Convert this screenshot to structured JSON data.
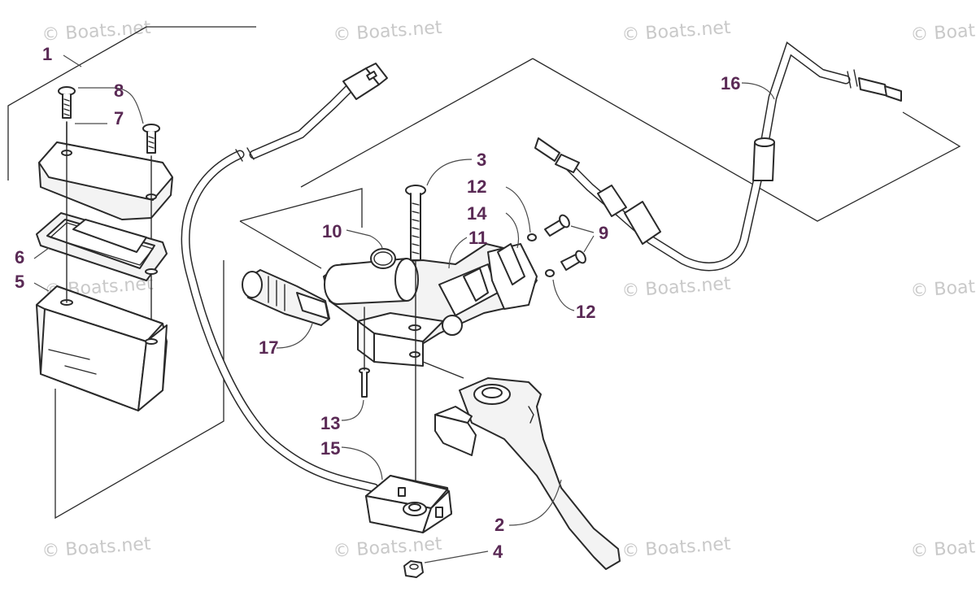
{
  "watermark": "© Boats.net",
  "callouts": {
    "c1": "1",
    "c2": "2",
    "c3": "3",
    "c4": "4",
    "c5": "5",
    "c6": "6",
    "c7": "7",
    "c8": "8",
    "c9": "9",
    "c10": "10",
    "c11": "11",
    "c12a": "12",
    "c12b": "12",
    "c13": "13",
    "c14": "14",
    "c15": "15",
    "c16": "16",
    "c17": "17"
  },
  "colors": {
    "callout_text": "#5a2a55",
    "line_art": "#2a2a2a",
    "watermark": "#c9c9c9",
    "background": "#ffffff"
  }
}
